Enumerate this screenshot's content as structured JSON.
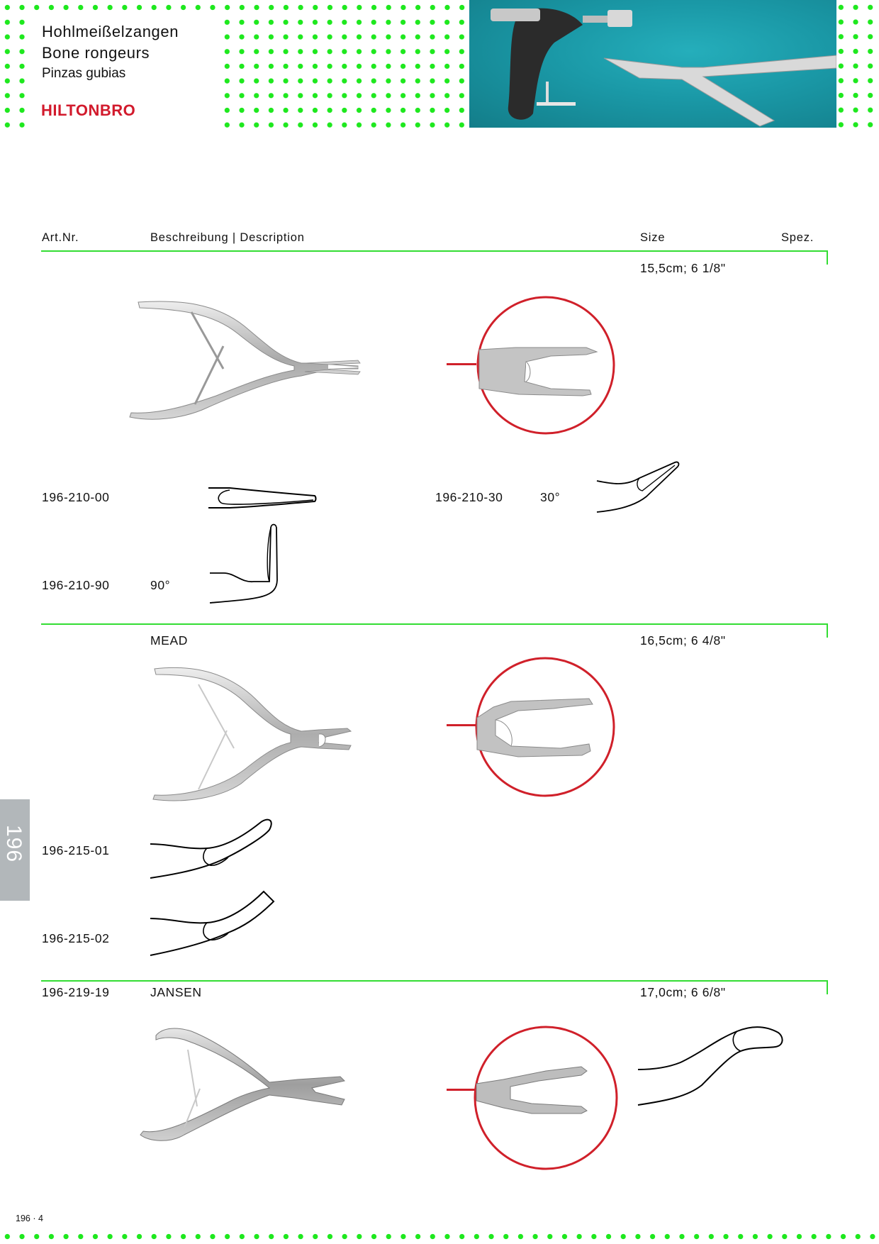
{
  "header": {
    "title_de": "Hohlmeißelzangen",
    "title_en": "Bone rongeurs",
    "title_es": "Pinzas gubias",
    "brand": "HILTONBRO",
    "brand_color": "#d21a2c",
    "accent_color": "#1ee81e",
    "photo_alt": "Bone drill handle with rongeur on teal background"
  },
  "table_header": {
    "art_nr": "Art.Nr.",
    "description": "Beschreibung | Description",
    "size": "Size",
    "spec": "Spez."
  },
  "sections": [
    {
      "name": "",
      "size": "15,5cm; 6 1/8\"",
      "variants": [
        {
          "art_nr": "196-210-00",
          "angle": ""
        },
        {
          "art_nr": "196-210-30",
          "angle": "30°"
        },
        {
          "art_nr": "196-210-90",
          "angle": "90°"
        }
      ]
    },
    {
      "name": "MEAD",
      "size": "16,5cm; 6 4/8\"",
      "variants": [
        {
          "art_nr": "196-215-01",
          "angle": ""
        },
        {
          "art_nr": "196-215-02",
          "angle": ""
        }
      ]
    },
    {
      "name": "JANSEN",
      "art_nr": "196-219-19",
      "size": "17,0cm; 6 6/8\""
    }
  ],
  "side_tab": "196",
  "footer": {
    "page": "196 · 4"
  }
}
